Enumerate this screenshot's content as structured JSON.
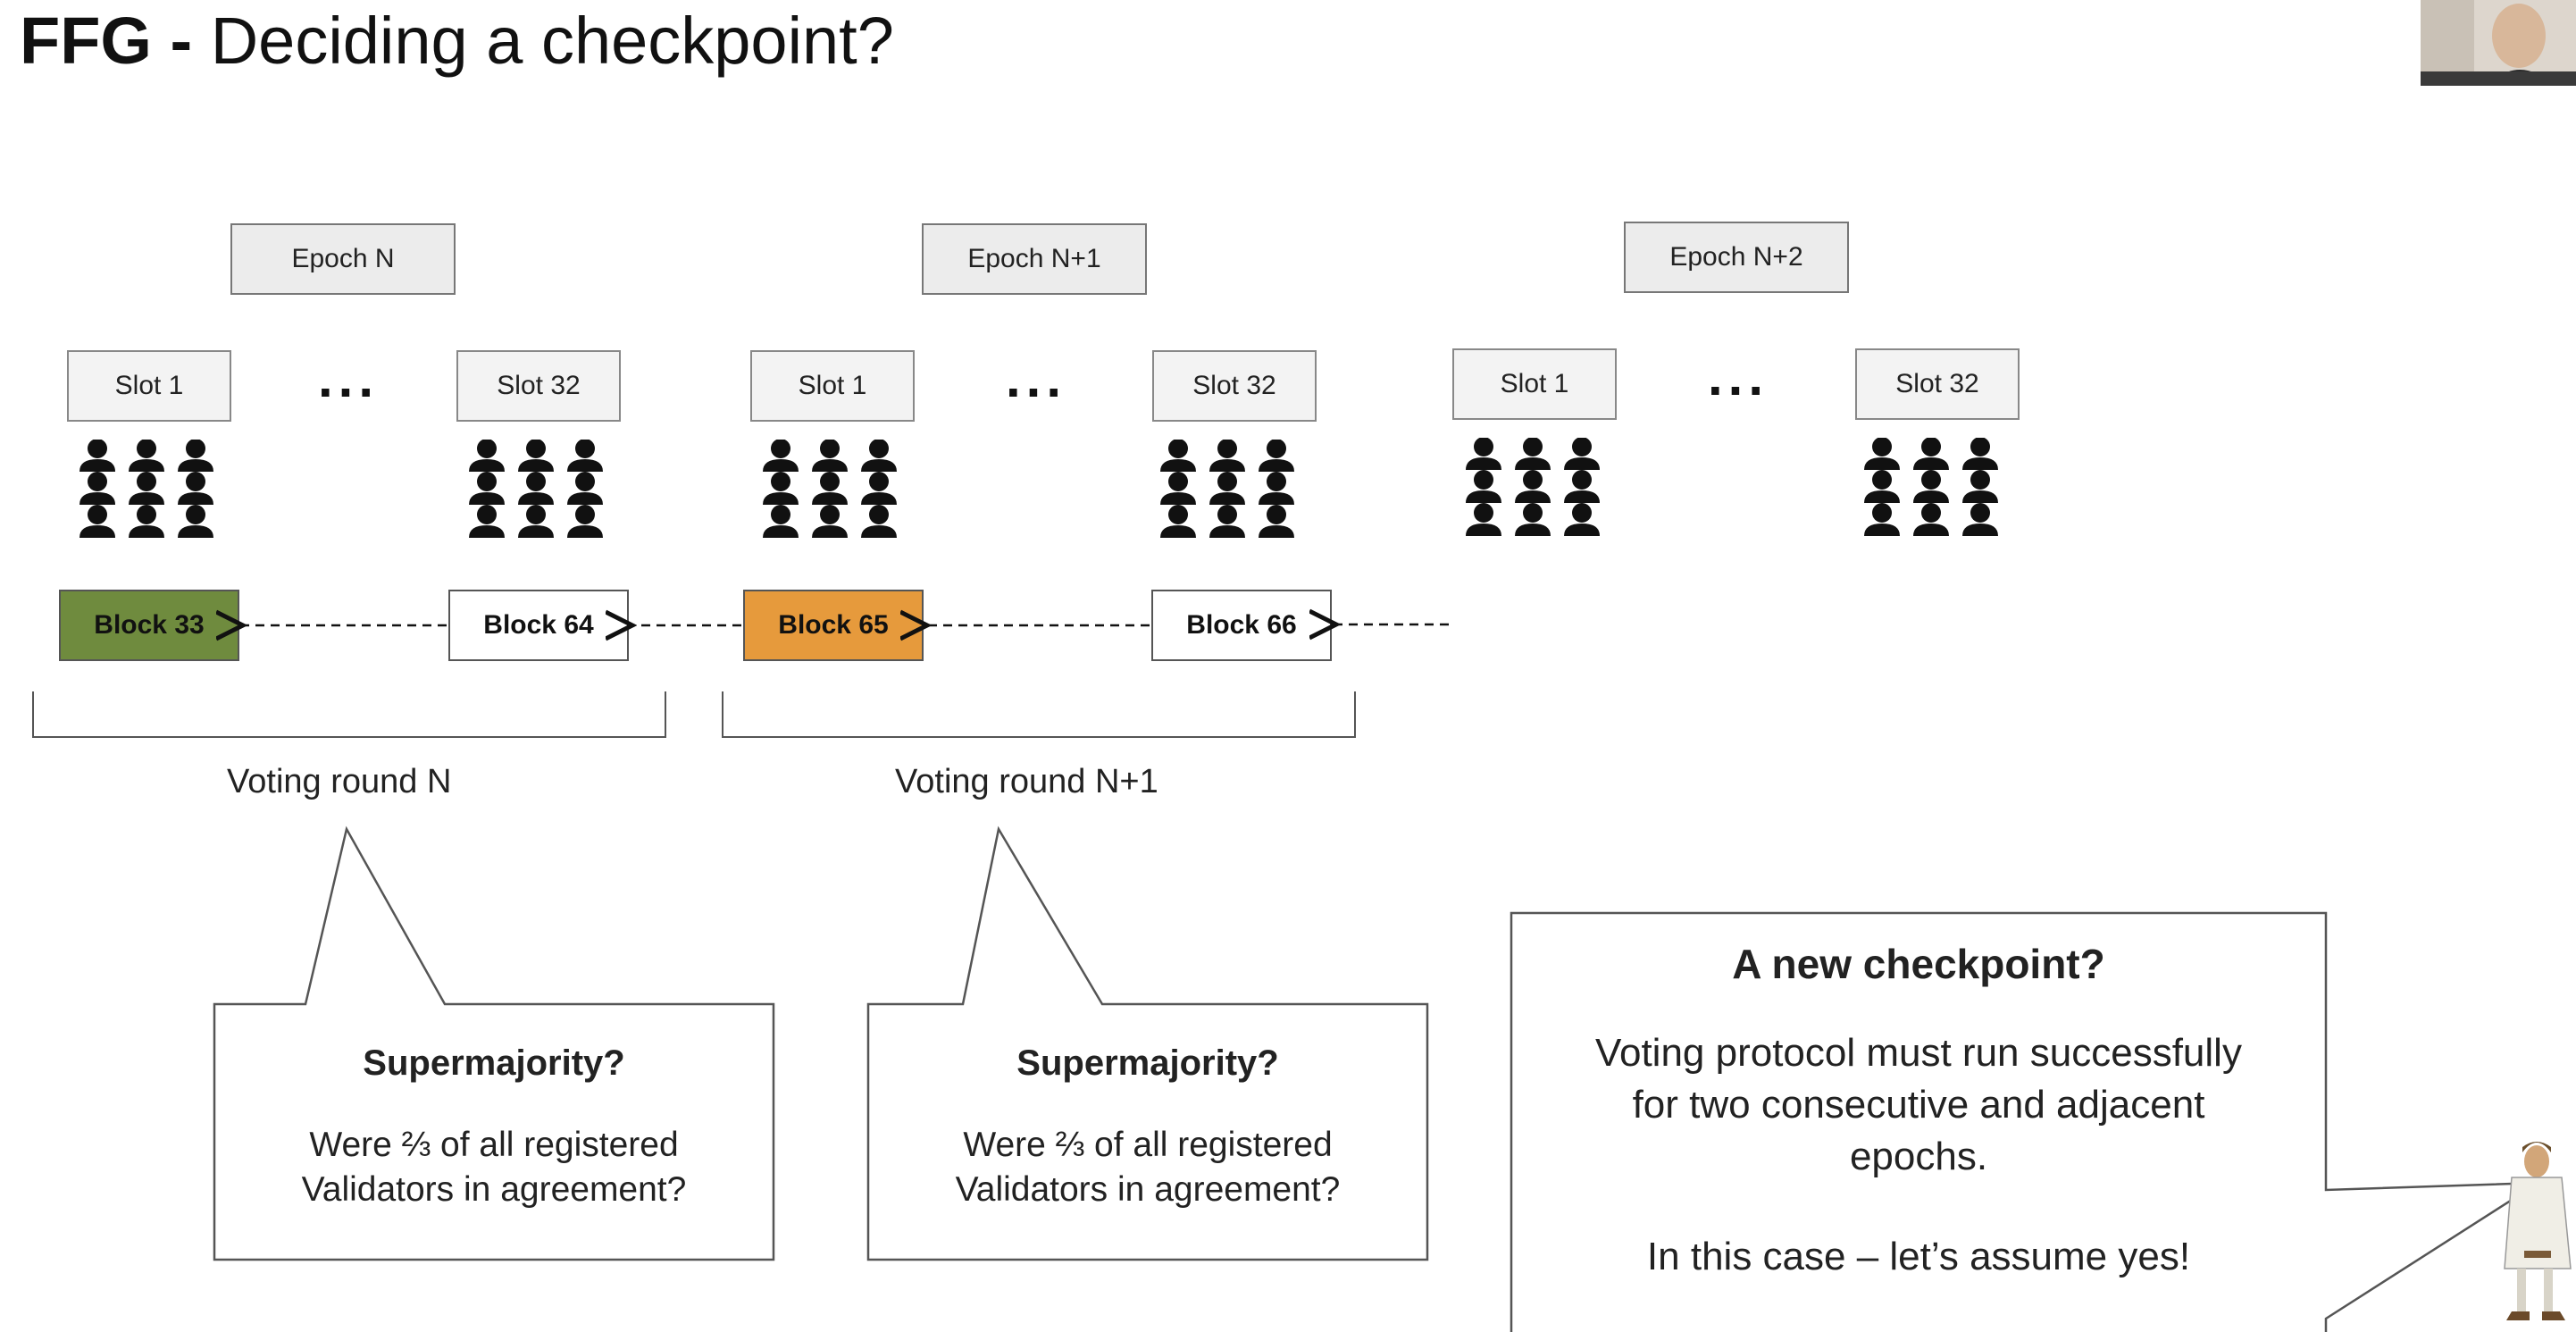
{
  "title": {
    "bold": "FFG - ",
    "rest": "Deciding a checkpoint?"
  },
  "epochs": [
    "Epoch N",
    "Epoch N+1",
    "Epoch N+2"
  ],
  "slots": [
    "Slot 1",
    "Slot 32",
    "Slot 1",
    "Slot 32",
    "Slot 1",
    "Slot 32"
  ],
  "ellipsis": "...",
  "blocks": [
    {
      "label": "Block 33",
      "color": "#6f8b3e"
    },
    {
      "label": "Block 64",
      "color": "#ffffff"
    },
    {
      "label": "Block 65",
      "color": "#e69a3c"
    },
    {
      "label": "Block 66",
      "color": "#ffffff"
    }
  ],
  "rounds": [
    "Voting round N",
    "Voting round N+1"
  ],
  "bubbles": [
    {
      "question": "Supermajority?",
      "line1": "Were ⅔ of all registered",
      "line2": "Validators in agreement?"
    },
    {
      "question": "Supermajority?",
      "line1": "Were ⅔ of all registered",
      "line2": "Validators in agreement?"
    }
  ],
  "checkpoint": {
    "question": "A new checkpoint?",
    "line1": "Voting protocol must run successfully",
    "line2": "for two consecutive and adjacent",
    "line3": "epochs.",
    "answer": "In this case – let’s assume yes!"
  },
  "icons": {
    "validators": "person-group-icon",
    "arrow": "arrow-left-icon",
    "webcam": "webcam-thumbnail",
    "presenter": "character-figure"
  }
}
